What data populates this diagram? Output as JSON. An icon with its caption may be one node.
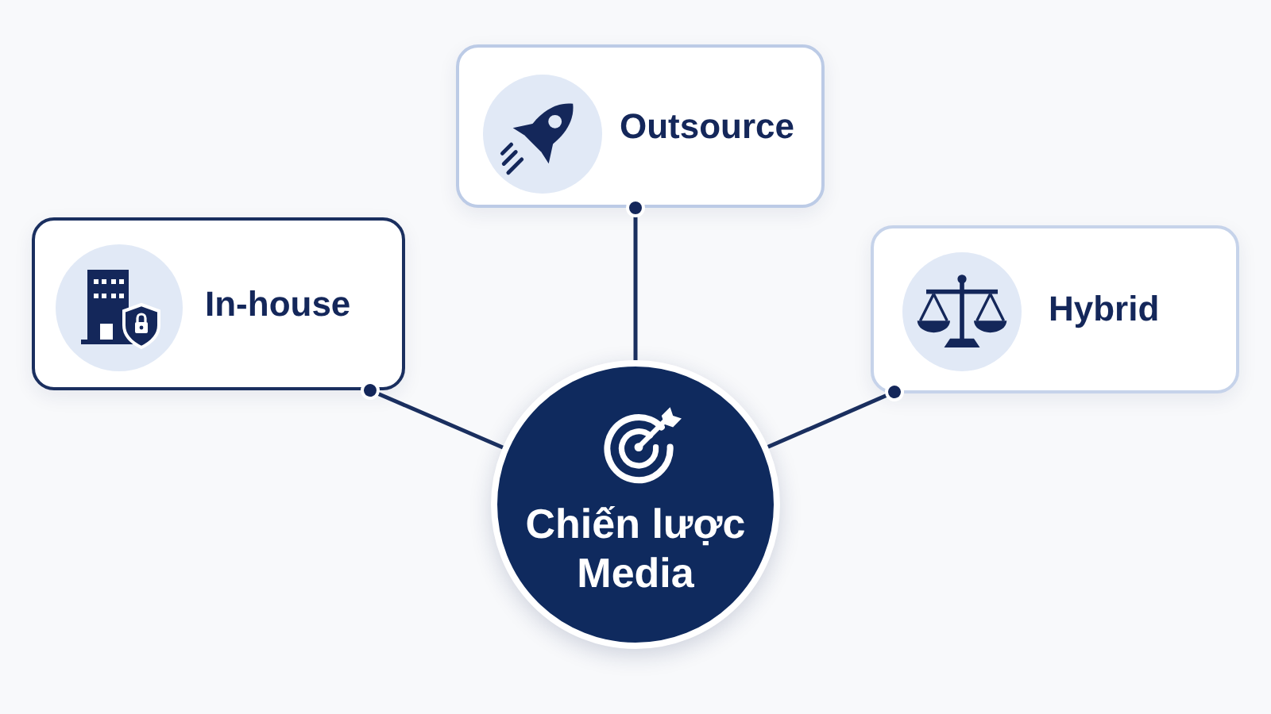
{
  "diagram": {
    "nodes": [
      {
        "text": [
          "Outsource"
        ]
      },
      {
        "text": [
          "In-house"
        ]
      },
      {
        "text": [
          "Hybrid"
        ]
      },
      {
        "text": [
          "Chiến lược Media"
        ]
      }
    ],
    "edges": [
      {
        "from": 3,
        "to": 0,
        "arrow": "other"
      },
      {
        "from": 3,
        "to": 1,
        "arrow": "other"
      },
      {
        "from": 3,
        "to": 2,
        "arrow": "other"
      }
    ]
  }
}
